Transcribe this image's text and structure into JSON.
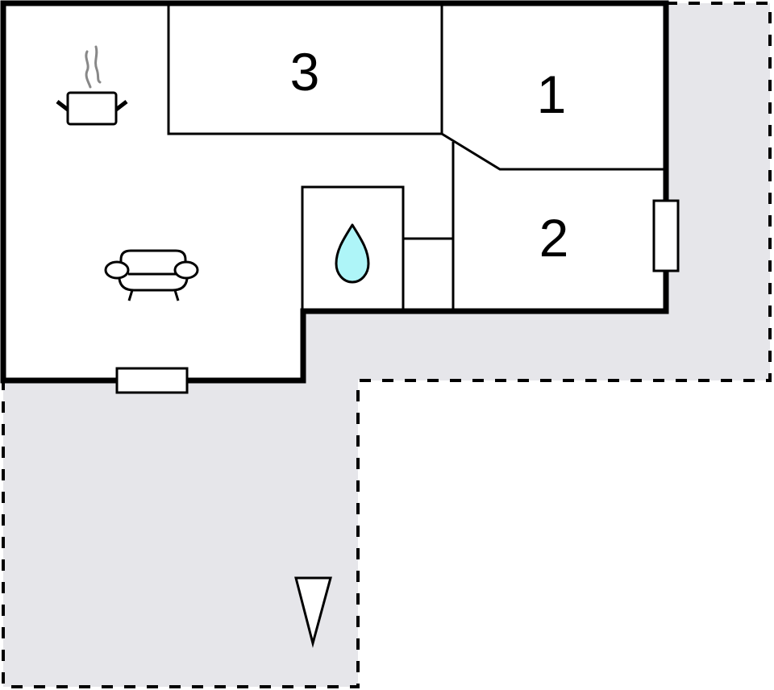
{
  "diagram": {
    "type": "floor-plan",
    "colors": {
      "terrace": "#e6e6ea",
      "wall": "#000000",
      "room_fill": "#ffffff",
      "water": "#aef5f8",
      "steam": "#888888"
    },
    "rooms": [
      {
        "id": "room-1",
        "label": "1",
        "kind": "bedroom"
      },
      {
        "id": "room-2",
        "label": "2",
        "kind": "bedroom"
      },
      {
        "id": "room-3",
        "label": "3",
        "kind": "bedroom"
      },
      {
        "id": "living-kitchen",
        "label": "",
        "kind": "living-room-kitchen"
      },
      {
        "id": "bathroom",
        "label": "",
        "kind": "bathroom"
      },
      {
        "id": "closet",
        "label": "",
        "kind": "storage"
      }
    ],
    "icons": [
      {
        "name": "cooking-pot-icon",
        "meaning": "kitchen"
      },
      {
        "name": "sofa-icon",
        "meaning": "living room"
      },
      {
        "name": "water-drop-icon",
        "meaning": "bathroom"
      },
      {
        "name": "north-arrow-icon",
        "meaning": "orientation"
      }
    ],
    "outdoor_area": {
      "kind": "terrace",
      "border": "dashed"
    },
    "openings": [
      {
        "kind": "window",
        "position": "bottom wall of living room"
      },
      {
        "kind": "window",
        "position": "right wall of room 2"
      }
    ]
  }
}
